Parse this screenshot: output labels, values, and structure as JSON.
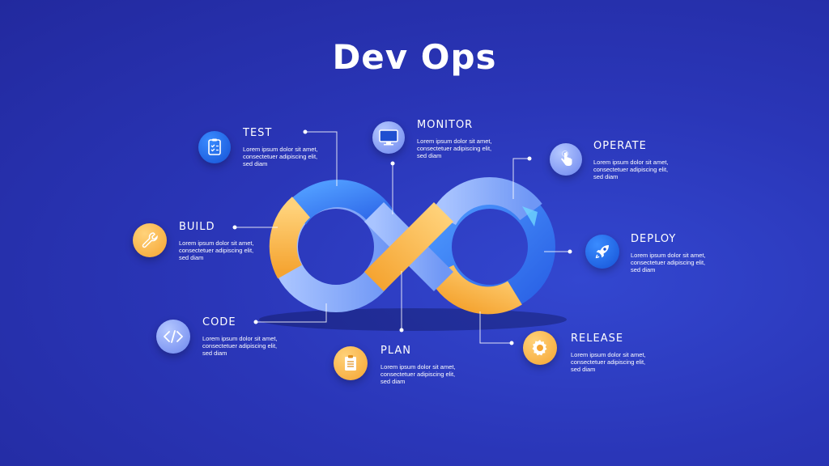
{
  "title": "Dev Ops",
  "colors": {
    "background": "#2a36b8",
    "loop_blue": "#3a7ff0",
    "loop_light_blue": "#8fb8ff",
    "loop_orange": "#f7b94a",
    "accent_cyan": "#6fd6ff"
  },
  "stages": [
    {
      "label": "TEST",
      "text": "Lorem ipsum dolor sit amet, consectetuer adipiscing elit, sed diam",
      "icon": "clipboard-checklist-icon"
    },
    {
      "label": "MONITOR",
      "text": "Lorem ipsum dolor sit amet, consectetuer adipiscing elit, sed diam",
      "icon": "monitor-icon"
    },
    {
      "label": "OPERATE",
      "text": "Lorem ipsum dolor sit amet, consectetuer adipiscing elit, sed diam",
      "icon": "hand-pointer-icon"
    },
    {
      "label": "BUILD",
      "text": "Lorem ipsum dolor sit amet, consectetuer adipiscing elit, sed diam",
      "icon": "wrench-icon"
    },
    {
      "label": "DEPLOY",
      "text": "Lorem ipsum dolor sit amet, consectetuer adipiscing elit, sed diam",
      "icon": "rocket-icon"
    },
    {
      "label": "CODE",
      "text": "Lorem ipsum dolor sit amet, consectetuer adipiscing elit, sed diam",
      "icon": "code-brackets-icon"
    },
    {
      "label": "PLAN",
      "text": "Lorem ipsum dolor sit amet, consectetuer adipiscing elit, sed diam",
      "icon": "clipboard-plan-icon"
    },
    {
      "label": "RELEASE",
      "text": "Lorem ipsum dolor sit amet, consectetuer adipiscing elit, sed diam",
      "icon": "gear-icon"
    }
  ]
}
